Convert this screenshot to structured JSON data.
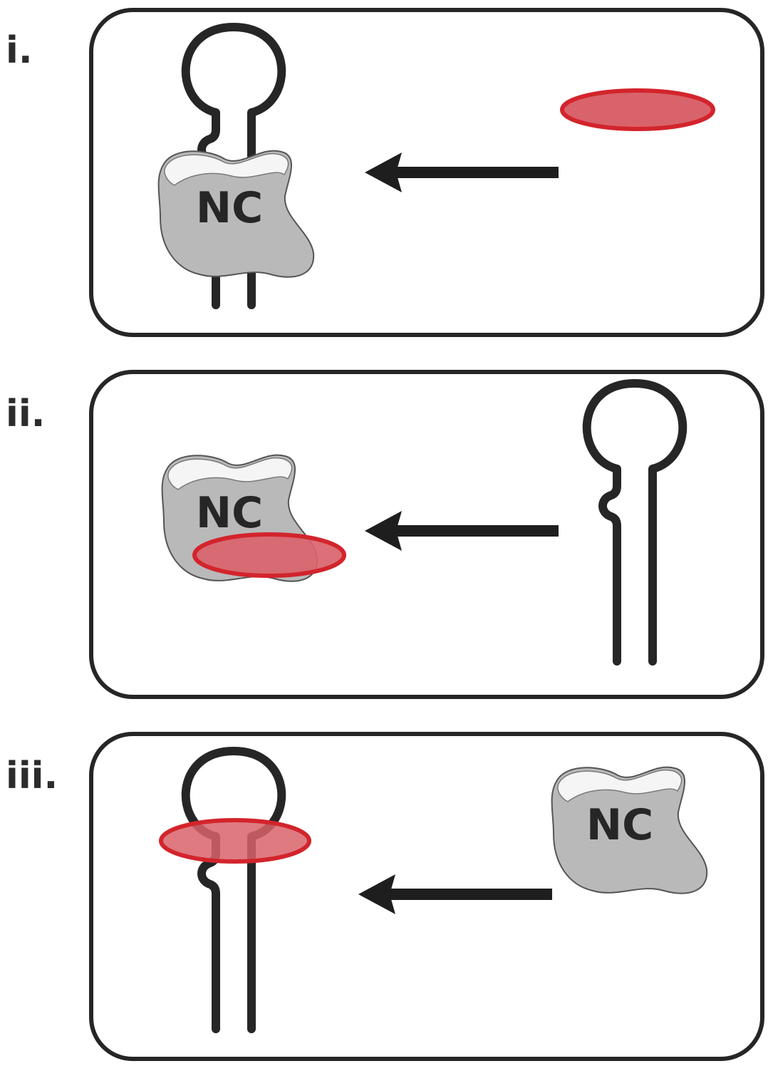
{
  "panels": [
    {
      "label": "i.",
      "protein_label": "NC"
    },
    {
      "label": "ii.",
      "protein_label": "NC"
    },
    {
      "label": "iii.",
      "protein_label": "NC"
    }
  ],
  "colors": {
    "ligand_fill": "#d9636b",
    "ligand_stroke": "#d3242c",
    "protein_fill": "#b9b9b9",
    "line": "#262626"
  },
  "icons": [
    "rna-hairpin-icon",
    "nc-protein-icon",
    "ligand-disc-icon",
    "arrow-left-icon"
  ]
}
